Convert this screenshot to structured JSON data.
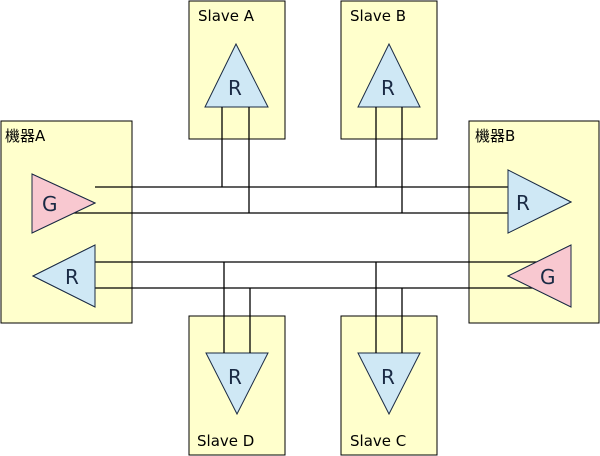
{
  "diagram": {
    "devices": {
      "device_a": "機器A",
      "device_b": "機器B"
    },
    "slaves": {
      "slave_a": "Slave A",
      "slave_b": "Slave B",
      "slave_c": "Slave C",
      "slave_d": "Slave D"
    },
    "symbols": {
      "generator": "G",
      "receiver": "R"
    },
    "colors": {
      "box_fill": "#ffffcc",
      "receiver_fill": "#cfe8f5",
      "generator_fill": "#f8c8d0"
    }
  }
}
